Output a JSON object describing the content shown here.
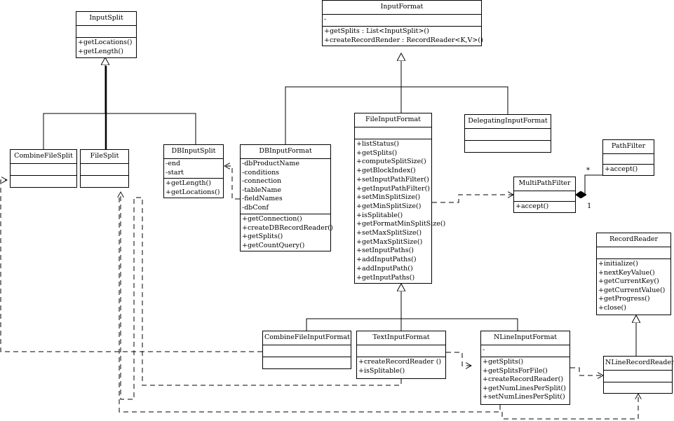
{
  "classes": {
    "input_split": {
      "name": "InputSplit",
      "fields": [],
      "methods": [
        "+getLocations()",
        "+getLength()"
      ]
    },
    "input_format": {
      "name": "InputFormat",
      "fields": [
        "-"
      ],
      "methods": [
        "+getSplits : List<InputSplit>()",
        "+createRecordRender : RecordReader<K,V>()"
      ]
    },
    "combine_file_split": {
      "name": "CombineFileSplit",
      "fields": [],
      "methods": []
    },
    "file_split": {
      "name": "FileSplit",
      "fields": [],
      "methods": []
    },
    "db_input_split": {
      "name": "DBInputSplit",
      "fields": [
        "-end",
        "-start"
      ],
      "methods": [
        "+getLength()",
        "+getLocations()"
      ]
    },
    "db_input_format": {
      "name": "DBInputFormat",
      "fields": [
        "-dbProductName",
        "-conditions",
        "-connection",
        "-tableName",
        "-fieldNames",
        "-dbConf"
      ],
      "methods": [
        "+getConnection()",
        "+createDBRecordReader()",
        "+getSplits()",
        "+getCountQuery()"
      ]
    },
    "file_input_format": {
      "name": "FileInputFormat",
      "fields": [],
      "methods": [
        "+listStatus()",
        "+getSplits()",
        "+computeSplitSize()",
        "+getBlockIndex()",
        "+setInputPathFilter()",
        "+getInputPathFilter()",
        "+setMinSplitSize()",
        "+getMinSplitSize()",
        "+isSplitable()",
        "+getFormatMinSplitSize()",
        "+setMaxSplitSize()",
        "+getMaxSplitSize()",
        "+setInputPaths()",
        "+addInputPaths()",
        "+addInputPath()",
        "+getInputPaths()"
      ]
    },
    "delegating_input_format": {
      "name": "DelegatingInputFormat",
      "fields": [],
      "methods": []
    },
    "path_filter": {
      "name": "PathFilter",
      "fields": [],
      "methods": [
        "+accept()"
      ]
    },
    "multi_path_filter": {
      "name": "MultiPathFilter",
      "fields": [],
      "methods": [
        "+accept()"
      ]
    },
    "record_reader": {
      "name": "RecordReader",
      "fields": [],
      "methods": [
        "+initialize()",
        "+nextKeyValue()",
        "+getCurrentKey()",
        "+getCurrentValue()",
        "+getProgress()",
        "+close()"
      ]
    },
    "combine_file_input_format": {
      "name": "CombineFileInputFormat",
      "fields": [],
      "methods": []
    },
    "text_input_format": {
      "name": "TextInputFormat",
      "fields": [],
      "methods": [
        "+createRecordReader ()",
        "+isSplitable()"
      ]
    },
    "nline_input_format": {
      "name": "NLineInputFormat",
      "fields": [
        "-"
      ],
      "methods": [
        "+getSplits()",
        "+getSplitsForFile()",
        "+createRecordReader()",
        "+getNumLinesPerSplit()",
        "+setNumLinesPerSplit()"
      ]
    },
    "nline_record_reader": {
      "name": "NLineRecordReader",
      "fields": [],
      "methods": []
    }
  },
  "multiplicities": {
    "many": "*",
    "one": "1"
  }
}
